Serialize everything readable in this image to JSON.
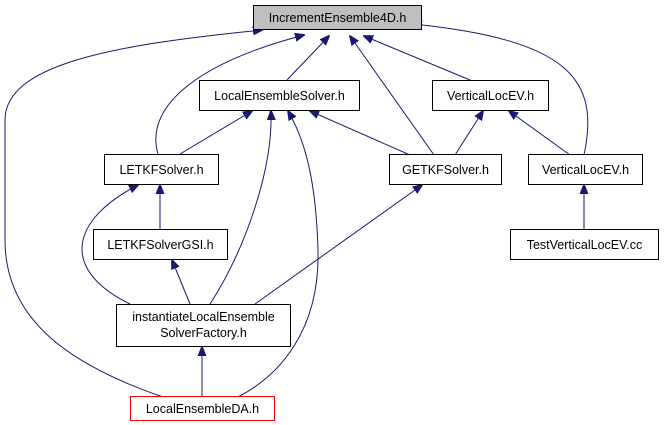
{
  "graph": {
    "title": "",
    "colors": {
      "edge": "#191970",
      "root_fill": "#bfbfbf",
      "highlight_border": "#ff0000",
      "border": "#000000"
    },
    "nodes": {
      "increment_ensemble4d": {
        "lines": [
          "IncrementEnsemble4D.h"
        ]
      },
      "local_ensemble_solver": {
        "lines": [
          "LocalEnsembleSolver.h"
        ]
      },
      "vertical_loc_ev_top": {
        "lines": [
          "VerticalLocEV.h"
        ]
      },
      "letkf_solver": {
        "lines": [
          "LETKFSolver.h"
        ]
      },
      "getkf_solver": {
        "lines": [
          "GETKFSolver.h"
        ]
      },
      "vertical_loc_ev_mid": {
        "lines": [
          "VerticalLocEV.h"
        ]
      },
      "letkf_solver_gsi": {
        "lines": [
          "LETKFSolverGSI.h"
        ]
      },
      "test_vertical_loc_ev": {
        "lines": [
          "TestVerticalLocEV.cc"
        ]
      },
      "instantiate_factory": {
        "lines": [
          "instantiateLocalEnsemble",
          "SolverFactory.h"
        ]
      },
      "local_ensemble_da": {
        "lines": [
          "LocalEnsembleDA.h"
        ]
      }
    },
    "edges": [
      {
        "from": "local_ensemble_solver",
        "to": "increment_ensemble4d"
      },
      {
        "from": "vertical_loc_ev_top",
        "to": "increment_ensemble4d"
      },
      {
        "from": "letkf_solver",
        "to": "increment_ensemble4d"
      },
      {
        "from": "getkf_solver",
        "to": "increment_ensemble4d"
      },
      {
        "from": "vertical_loc_ev_mid",
        "to": "increment_ensemble4d"
      },
      {
        "from": "local_ensemble_da",
        "to": "increment_ensemble4d"
      },
      {
        "from": "letkf_solver",
        "to": "local_ensemble_solver"
      },
      {
        "from": "getkf_solver",
        "to": "local_ensemble_solver"
      },
      {
        "from": "instantiate_factory",
        "to": "local_ensemble_solver"
      },
      {
        "from": "local_ensemble_da",
        "to": "local_ensemble_solver"
      },
      {
        "from": "getkf_solver",
        "to": "vertical_loc_ev_top"
      },
      {
        "from": "vertical_loc_ev_mid",
        "to": "vertical_loc_ev_top"
      },
      {
        "from": "letkf_solver_gsi",
        "to": "letkf_solver"
      },
      {
        "from": "instantiate_factory",
        "to": "letkf_solver"
      },
      {
        "from": "test_vertical_loc_ev",
        "to": "vertical_loc_ev_mid"
      },
      {
        "from": "instantiate_factory",
        "to": "getkf_solver"
      },
      {
        "from": "instantiate_factory",
        "to": "letkf_solver_gsi"
      },
      {
        "from": "local_ensemble_da",
        "to": "instantiate_factory"
      }
    ]
  }
}
